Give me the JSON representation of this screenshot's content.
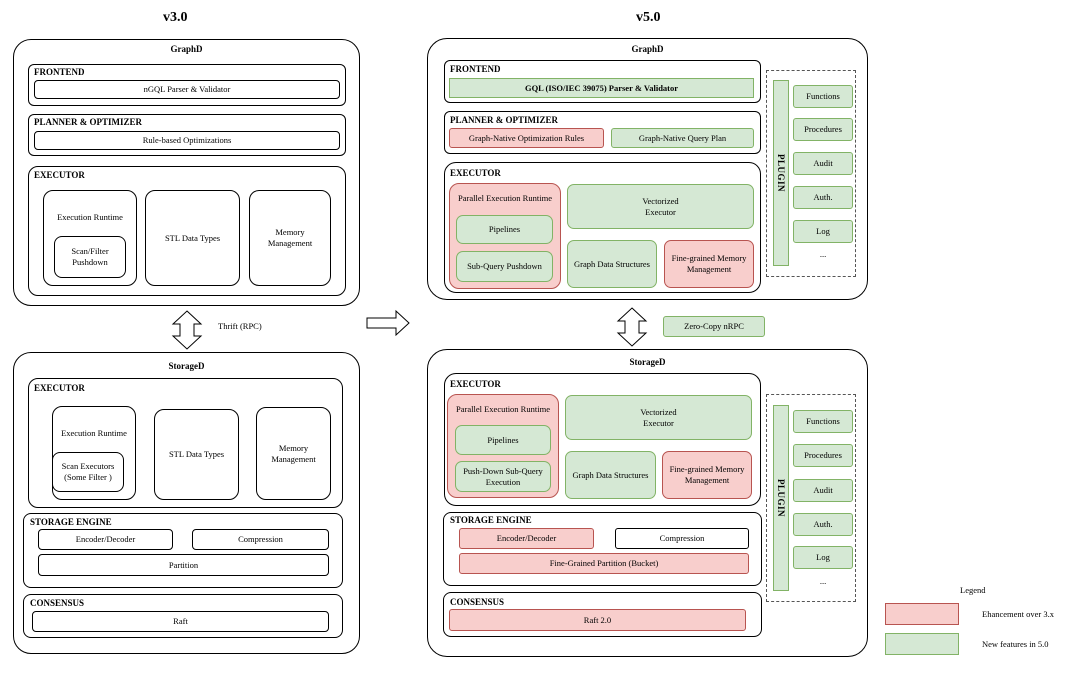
{
  "v3": {
    "title": "v3.0",
    "graphd": {
      "title": "GraphD",
      "frontend": {
        "header": "FRONTEND",
        "parser": "nGQL Parser & Validator"
      },
      "planner": {
        "header": "PLANNER & OPTIMIZER",
        "rules": "Rule-based Optimizations"
      },
      "executor": {
        "header": "EXECUTOR",
        "runtime": "Execution Runtime",
        "pushdown": "Scan/Filter Pushdown",
        "stl": "STL Data Types",
        "memory": "Memory Management"
      }
    },
    "rpc": "Thrift (RPC)",
    "storaged": {
      "title": "StorageD",
      "executor": {
        "header": "EXECUTOR",
        "runtime": "Execution Runtime",
        "scan": "Scan Executors (Some Filter )",
        "stl": "STL Data Types",
        "memory": "Memory Management"
      },
      "engine": {
        "header": "STORAGE ENGINE",
        "encoder": "Encoder/Decoder",
        "compression": "Compression",
        "partition": "Partition"
      },
      "consensus": {
        "header": "CONSENSUS",
        "raft": "Raft"
      }
    }
  },
  "v5": {
    "title": "v5.0",
    "graphd": {
      "title": "GraphD",
      "frontend": {
        "header": "FRONTEND",
        "parser": "GQL (ISO/IEC 39075) Parser & Validator"
      },
      "planner": {
        "header": "PLANNER & OPTIMIZER",
        "rules": "Graph-Native Optimization Rules",
        "plan": "Graph-Native Query Plan"
      },
      "executor": {
        "header": "EXECUTOR",
        "runtime": "Parallel Execution Runtime",
        "pipelines": "Pipelines",
        "subquery": "Sub-Query Pushdown",
        "vectorized": "Vectorized Executor",
        "structures": "Graph Data Structures",
        "memory": "Fine-grained Memory Management"
      },
      "plugin": {
        "label": "PLUGIN",
        "items": [
          "Functions",
          "Procedures",
          "Audit",
          "Auth.",
          "Log",
          "..."
        ]
      }
    },
    "rpc": "Zero-Copy nRPC",
    "storaged": {
      "title": "StorageD",
      "executor": {
        "header": "EXECUTOR",
        "runtime": "Parallel Execution Runtime",
        "pipelines": "Pipelines",
        "subquery": "Push-Down Sub-Query Execution",
        "vectorized": "Vectorized Executor",
        "structures": "Graph Data Structures",
        "memory": "Fine-grained Memory Management"
      },
      "engine": {
        "header": "STORAGE ENGINE",
        "encoder": "Encoder/Decoder",
        "compression": "Compression",
        "partition": "Fine-Grained Partition (Bucket)"
      },
      "consensus": {
        "header": "CONSENSUS",
        "raft": "Raft 2.0"
      },
      "plugin": {
        "label": "PLUGIN",
        "items": [
          "Functions",
          "Procedures",
          "Audit",
          "Auth.",
          "Log",
          "..."
        ]
      }
    }
  },
  "legend": {
    "title": "Legend",
    "enhancement": "Ehancement over 3.x",
    "new_features": "New features in 5.0",
    "colors": {
      "enhancement": "#f8cecc",
      "new": "#d5e8d4"
    }
  }
}
